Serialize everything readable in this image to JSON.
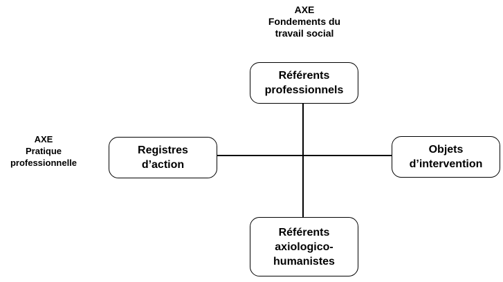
{
  "axes": {
    "top": {
      "lines": [
        "AXE",
        "Fondements du",
        "travail social"
      ]
    },
    "left": {
      "lines": [
        "AXE",
        "Pratique",
        "professionnelle"
      ]
    }
  },
  "boxes": {
    "top": {
      "lines": [
        "Référents",
        "professionnels"
      ]
    },
    "left": {
      "lines": [
        "Registres",
        "d’action"
      ]
    },
    "right": {
      "lines": [
        "Objets",
        "d’intervention"
      ]
    },
    "bottom": {
      "lines": [
        "Référents",
        "axiologico-",
        "humanistes"
      ]
    }
  }
}
